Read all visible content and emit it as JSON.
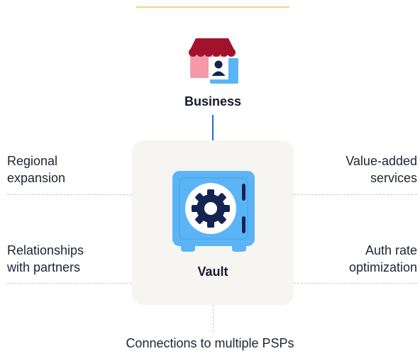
{
  "diagram": {
    "center_node": {
      "label": "Vault"
    },
    "source_node": {
      "label": "Business"
    },
    "left_items": [
      {
        "line1": "Regional",
        "line2": "expansion"
      },
      {
        "line1": "Relationships",
        "line2": "with partners"
      }
    ],
    "right_items": [
      {
        "line1": "Value-added",
        "line2": "services"
      },
      {
        "line1": "Auth rate",
        "line2": "optimization"
      }
    ],
    "bottom_item": {
      "label": "Connections to multiple PSPs"
    }
  },
  "icons": {
    "business": "storefront-icon",
    "vault": "vault-safe-icon",
    "flow": "arrow-down-icon"
  },
  "colors": {
    "accent_blue": "#1b6fd6",
    "vault_blue": "#5bb4f6",
    "vault_navy": "#14244f",
    "awning_red": "#a3122d",
    "store_pink": "#f49aa7",
    "panel_bg": "#f6f5f1",
    "top_rule": "#f2d27a"
  }
}
